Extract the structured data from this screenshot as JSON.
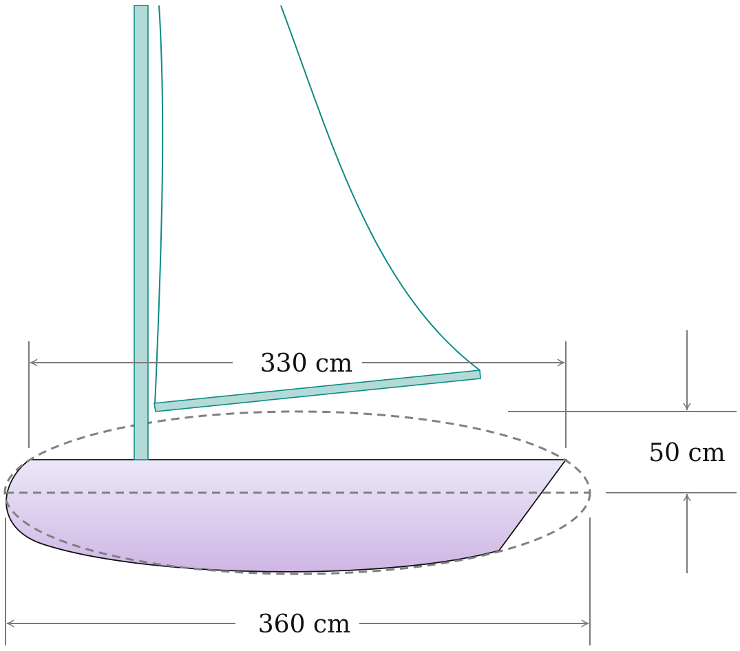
{
  "dimensions": {
    "boom_width": "330 cm",
    "hull_length": "360 cm",
    "hull_depth": "50 cm"
  },
  "colors": {
    "teal": "#0e8a86",
    "teal_fill": "#b2dbd8",
    "hull_top": "#ebe8f8",
    "hull_bottom": "#cfb6e4",
    "dimension_gray": "#7a7a7a",
    "outline": "#111111"
  }
}
